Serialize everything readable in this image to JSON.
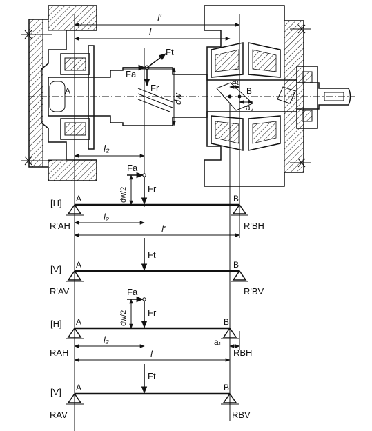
{
  "drawing": {
    "dim_l_prime": "l'",
    "dim_l": "l",
    "dim_l2": "l₂",
    "label_Ft": "Ft",
    "label_Fa": "Fa",
    "label_Fr": "Fr",
    "label_dw": "dw",
    "label_A": "A",
    "label_B": "B",
    "label_a1": "a₁",
    "label_a2": "a₂"
  },
  "diagrams": [
    {
      "plane": "[H]",
      "left": "A",
      "right": "B",
      "force_axial": "Fa",
      "force_radial": "Fr",
      "lever": "dw/2",
      "reaction_left": "R'AH",
      "reaction_right": "R'BH",
      "dim_l2": "l₂",
      "dim_span": "l'"
    },
    {
      "plane": "[V]",
      "left": "A",
      "right": "B",
      "force": "Ft",
      "reaction_left": "R'AV",
      "reaction_right": "R'BV"
    },
    {
      "plane": "[H]",
      "left": "A",
      "right": "B",
      "force_axial": "Fa",
      "force_radial": "Fr",
      "lever": "dw/2",
      "reaction_left": "RAH",
      "reaction_right": "RBH",
      "dim_l2": "l₂",
      "dim_span": "l",
      "dim_a1": "a₁"
    },
    {
      "plane": "[V]",
      "left": "A",
      "right": "B",
      "force": "Ft",
      "reaction_left": "RAV",
      "reaction_right": "RBV"
    }
  ]
}
